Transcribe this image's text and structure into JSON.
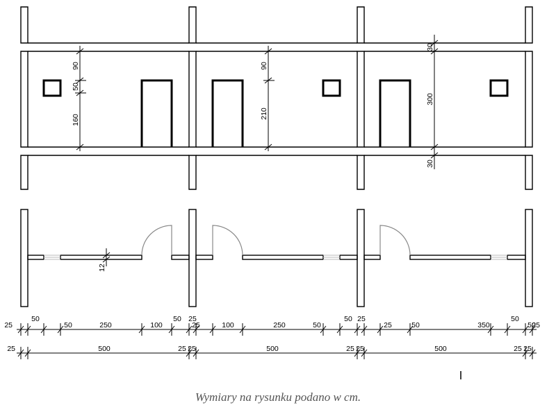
{
  "caption": "Wymiary na rysunku podano w cm.",
  "elevation": {
    "segment_left": [
      "90",
      "50",
      "160"
    ],
    "segment_middle": [
      "90",
      "210"
    ],
    "segment_right": [
      "30",
      "300",
      "30"
    ]
  },
  "plan": {
    "wall_thickness": "12",
    "row1": [
      "25",
      "50",
      "50",
      "250",
      "100",
      "50",
      "25",
      "25",
      "100",
      "250",
      "50",
      "50",
      "25",
      "25",
      "50",
      "350",
      "50",
      "50",
      "25"
    ],
    "row2": [
      "25",
      "500",
      "25",
      "25",
      "500",
      "25",
      "25",
      "500",
      "25",
      "25"
    ]
  },
  "colors": {
    "line": "#000000",
    "door_swing": "#888888",
    "window": "#b8b8b8",
    "caption": "#555555"
  }
}
